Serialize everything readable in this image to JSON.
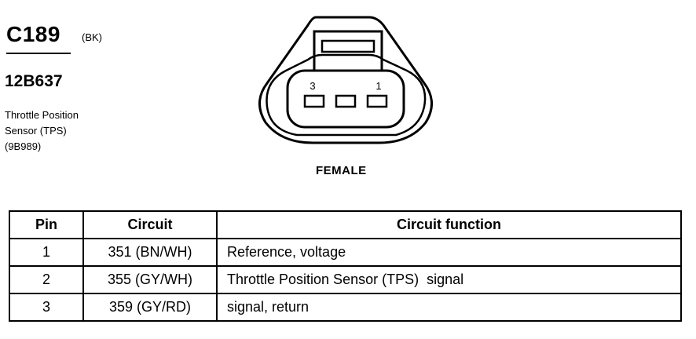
{
  "connector": {
    "id": "C189",
    "color_code": "(BK)",
    "part_number": "12B637",
    "description_lines": [
      "Throttle Position",
      "Sensor (TPS)",
      "(9B989)"
    ],
    "pin_labels": [
      "3",
      "1"
    ],
    "gender": "FEMALE"
  },
  "table": {
    "headers": [
      "Pin",
      "Circuit",
      "Circuit function"
    ],
    "rows": [
      {
        "pin": "1",
        "circuit": "351 (BN/WH)",
        "function": "Reference, voltage"
      },
      {
        "pin": "2",
        "circuit": "355 (GY/WH)",
        "function": "Throttle Position Sensor (TPS)  signal"
      },
      {
        "pin": "3",
        "circuit": "359 (GY/RD)",
        "function": "signal, return"
      }
    ]
  }
}
